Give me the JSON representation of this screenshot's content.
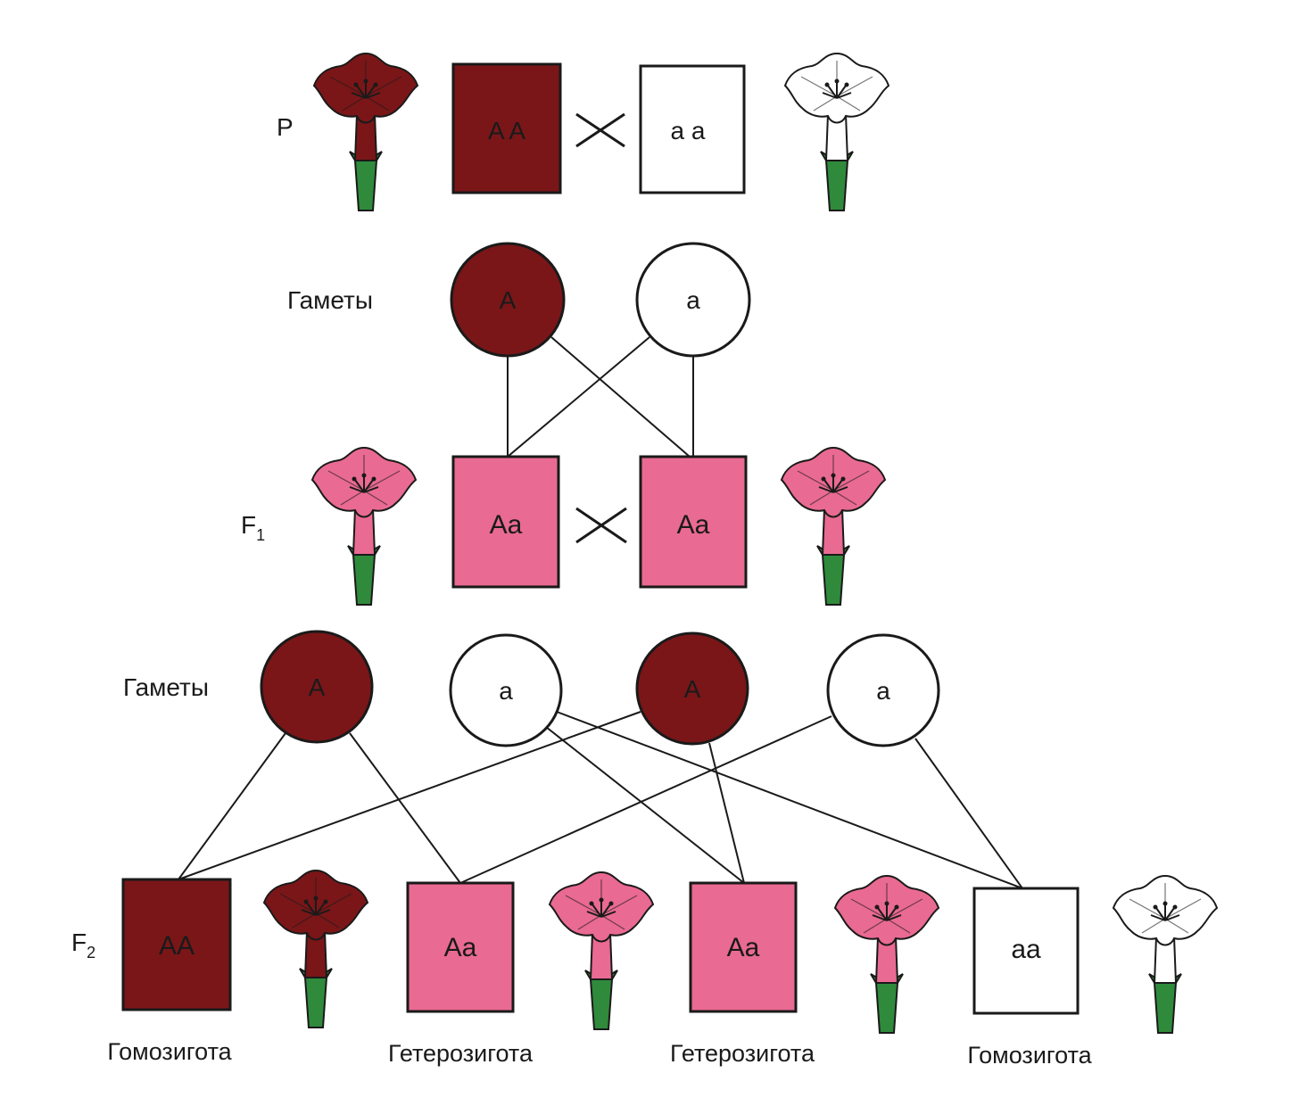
{
  "colors": {
    "dark": "#7a1618",
    "pink": "#e96a92",
    "white": "#ffffff",
    "stroke": "#1a1a1a",
    "stem": "#2f8a3c"
  },
  "rows": {
    "p": {
      "label": "P",
      "genotypes": [
        {
          "text": "A A",
          "color": "dark"
        },
        {
          "text": "a a",
          "color": "white"
        }
      ],
      "cross": true
    },
    "gametes1": {
      "label": "Гаметы",
      "gametes": [
        {
          "text": "A",
          "color": "dark"
        },
        {
          "text": "a",
          "color": "white"
        }
      ]
    },
    "f1": {
      "label": "F",
      "subscript": "1",
      "genotypes": [
        {
          "text": "Aa",
          "color": "pink"
        },
        {
          "text": "Aa",
          "color": "pink"
        }
      ],
      "cross": true
    },
    "gametes2": {
      "label": "Гаметы",
      "gametes": [
        {
          "text": "A",
          "color": "dark"
        },
        {
          "text": "a",
          "color": "white"
        },
        {
          "text": "A",
          "color": "dark"
        },
        {
          "text": "a",
          "color": "white"
        }
      ]
    },
    "f2": {
      "label": "F",
      "subscript": "2",
      "genotypes": [
        {
          "text": "AA",
          "color": "dark",
          "caption": "Гомозигота"
        },
        {
          "text": "Aa",
          "color": "pink",
          "caption": "Гетерозигота"
        },
        {
          "text": "Aa",
          "color": "pink",
          "caption": "Гетерозигота"
        },
        {
          "text": "aa",
          "color": "white",
          "caption": "Гомозигота"
        }
      ]
    }
  }
}
